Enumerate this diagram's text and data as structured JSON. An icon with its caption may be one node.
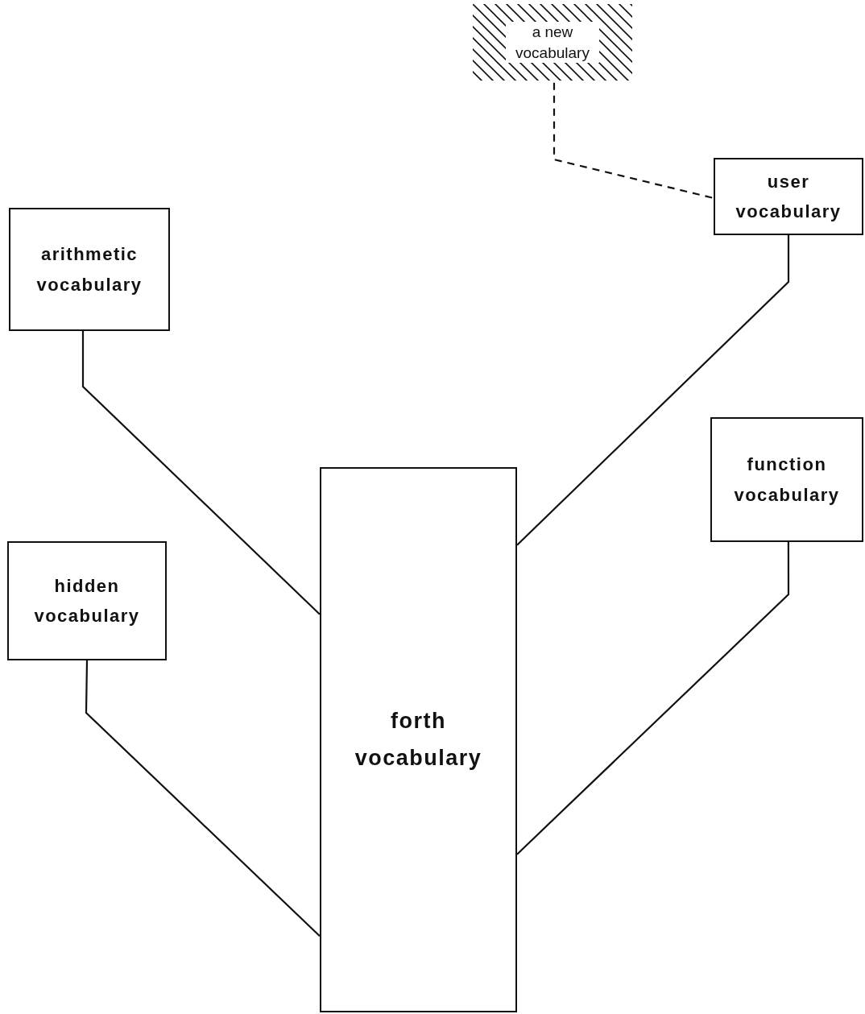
{
  "diagram": {
    "nodes": [
      {
        "text": [
          "a new vocabulary"
        ]
      },
      {
        "text": [
          "user vocabulary"
        ]
      },
      {
        "text": [
          "arithmetic vocabulary"
        ]
      },
      {
        "text": [
          "function vocabulary"
        ]
      },
      {
        "text": [
          "hidden vocabulary"
        ]
      },
      {
        "text": [
          "forth vocabulary"
        ]
      }
    ],
    "edges": [
      {
        "from": 0,
        "to": 1,
        "arrow": "none",
        "style": "dashed"
      },
      {
        "from": 2,
        "to": 5,
        "arrow": "none"
      },
      {
        "from": 1,
        "to": 5,
        "arrow": "none"
      },
      {
        "from": 4,
        "to": 5,
        "arrow": "none"
      },
      {
        "from": 3,
        "to": 5,
        "arrow": "none"
      }
    ]
  }
}
